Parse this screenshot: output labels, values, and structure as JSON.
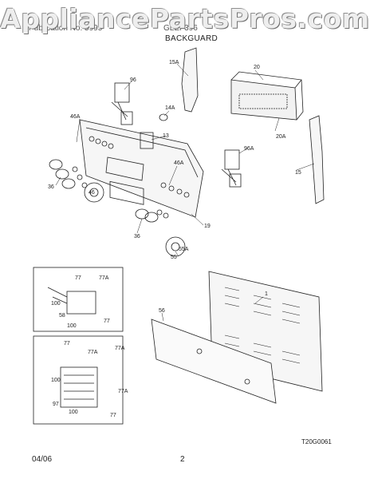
{
  "header": {
    "watermark": "AppliancePartsPros.com",
    "publication_label": "Publication No. 5995",
    "model_label": "GLEF396",
    "section_title": "BACKGUARD"
  },
  "parts": {
    "p15A": "15A",
    "p20": "20",
    "p96a": "96",
    "p14A": "14A",
    "p46A_left": "46A",
    "p13": "13",
    "p20A": "20A",
    "p96A": "96A",
    "p15": "15",
    "p46A_mid": "46A",
    "p36_left": "36",
    "p46": "46",
    "p19": "19",
    "p36_mid": "36",
    "p55A": "55A",
    "p55": "55",
    "p1": "1",
    "p56": "56",
    "inset1_77": "77",
    "inset1_77A": "77A",
    "inset1_100a": "100",
    "inset1_58": "58",
    "inset1_100b": "100",
    "inset1_77b": "77",
    "inset2_77": "77",
    "inset2_77A": "77A",
    "inset2_77Ab": "77A",
    "inset2_100a": "100",
    "inset2_77Ac": "77A",
    "inset2_97": "97",
    "inset2_100b": "100",
    "inset2_77b": "77"
  },
  "footer": {
    "diagram_code": "T20G0061",
    "date": "04/06",
    "page": "2"
  }
}
